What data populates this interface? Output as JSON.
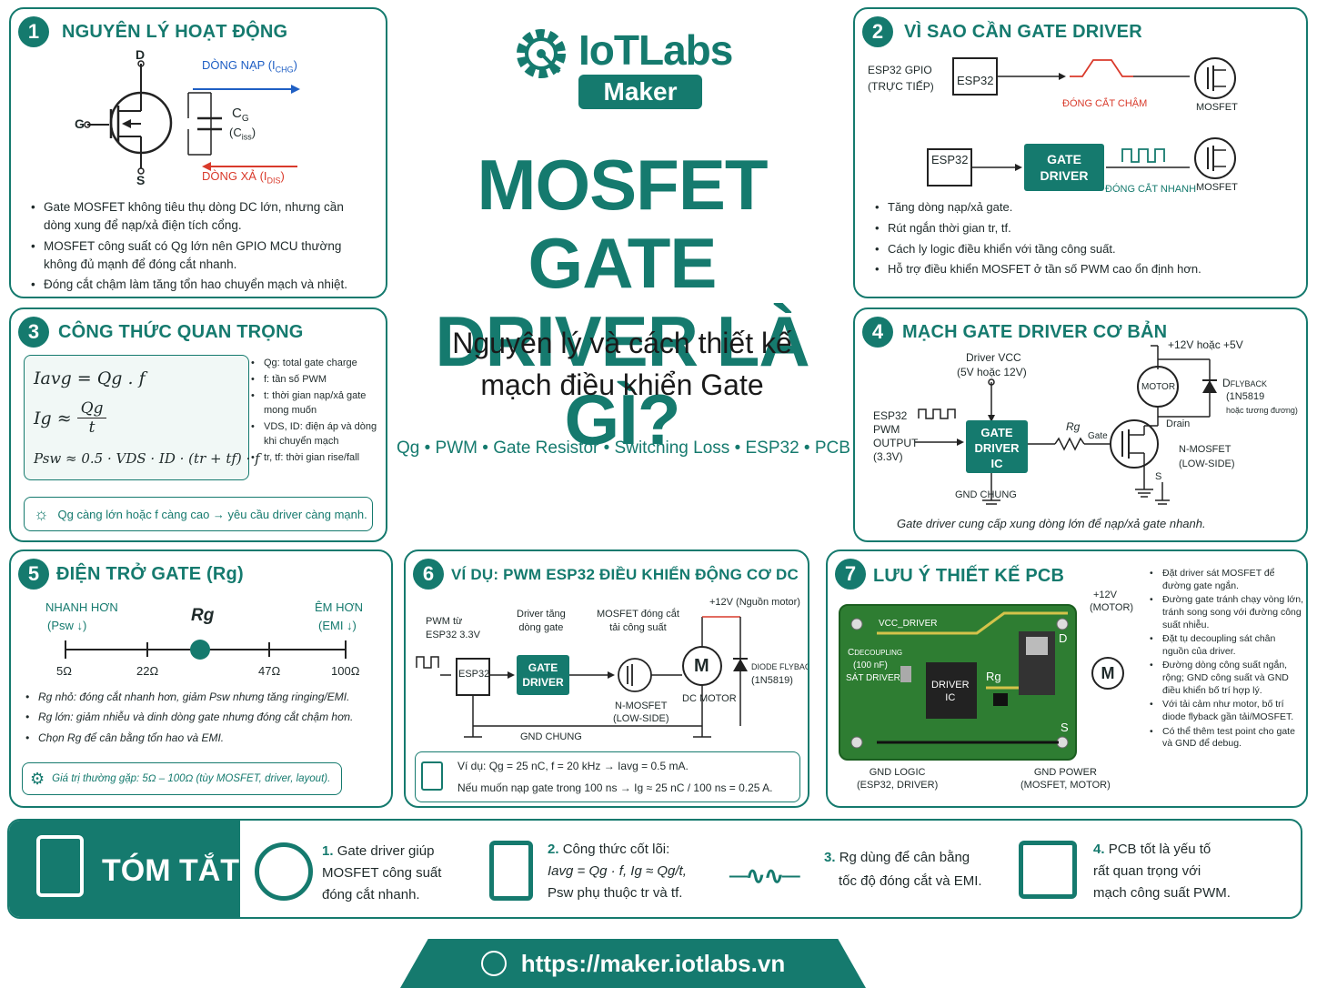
{
  "brand": {
    "name": "IoTLabs",
    "sub": "Maker"
  },
  "title": {
    "line1": "MOSFET GATE",
    "line2": "DRIVER LÀ GÌ?"
  },
  "subtitle": {
    "line1": "Nguyên lý và cách thiết kế",
    "line2": "mạch điều khiển Gate"
  },
  "tags": "Qg • PWM • Gate Resistor • Switching Loss • ESP32 • PCB",
  "p1": {
    "num": "1",
    "title": "NGUYÊN LÝ HOẠT ĐỘNG",
    "d": "D",
    "g": "G",
    "s": "S",
    "charge": "DÒNG NẠP (I",
    "charge_sub": "CHG",
    "discharge": "DÒNG XẢ (I",
    "discharge_sub": "DIS",
    "cg": "C",
    "cg_sub": "G",
    "ciss": "(C",
    "ciss_sub": "iss",
    "bullets": [
      "Gate MOSFET không tiêu thụ dòng DC lớn, nhưng cần dòng xung để nạp/xả điện tích cổng.",
      "MOSFET công suất có Qg lớn nên GPIO MCU thường không đủ mạnh để đóng cắt nhanh.",
      "Đóng cắt chậm làm tăng tổn hao chuyển mạch và nhiệt."
    ]
  },
  "p2": {
    "num": "2",
    "title": "VÌ SAO CẦN GATE DRIVER",
    "gpio": "ESP32 GPIO",
    "direct": "(TRỰC TIẾP)",
    "esp32": "ESP32",
    "slow": "ĐÓNG CẮT CHẬM",
    "fast": "ĐÓNG CẮT NHANH",
    "mosfet": "MOSFET",
    "gd1": "GATE",
    "gd2": "DRIVER",
    "bullets": [
      "Tăng dòng nạp/xả gate.",
      "Rút ngắn thời gian tr, tf.",
      "Cách ly logic điều khiển với tầng công suất.",
      "Hỗ trợ điều khiển MOSFET ở tần số PWM cao ổn định hơn."
    ]
  },
  "p3": {
    "num": "3",
    "title": "CÔNG THỨC QUAN TRỌNG",
    "f1": "Iavg = Qg . f",
    "f2a": "Ig ≈",
    "f2n": "Qg",
    "f2d": "t",
    "f3": "Psw ≈ 0.5 · VDS · ID · (tr + tf) · f",
    "legend": [
      "Qg: total gate charge",
      "f: tần số PWM",
      "t: thời gian nạp/xả gate mong muốn",
      "VDS, ID: điện áp và dòng khi chuyển mạch",
      "tr, tf: thời gian rise/fall"
    ],
    "tip": "Qg càng lớn hoặc f càng cao → yêu cầu driver càng mạnh."
  },
  "p4": {
    "num": "4",
    "title": "MẠCH GATE DRIVER CƠ BẢN",
    "supply": "+12V hoặc +5V",
    "vcc1": "Driver VCC",
    "vcc2": "(5V hoặc 12V)",
    "motor": "MOTOR",
    "dfly": "D",
    "dfly_sub": "FLYBACK",
    "dpart": "(1N5819",
    "deq": "hoặc tương đương)",
    "esp1": "ESP32",
    "esp2": "PWM",
    "esp3": "OUTPUT",
    "esp4": "(3.3V)",
    "ic1": "GATE",
    "ic2": "DRIVER",
    "ic3": "IC",
    "rg": "Rg",
    "gate": "Gate",
    "drain": "Drain",
    "src": "S",
    "nm1": "N-MOSFET",
    "nm2": "(LOW-SIDE)",
    "gnd": "GND CHUNG",
    "caption": "Gate driver cung cấp xung dòng lớn để nạp/xả gate nhanh."
  },
  "p5": {
    "num": "5",
    "title": "ĐIỆN TRỞ GATE (Rg)",
    "fast": "NHANH HƠN",
    "fast2": "(Psw ↓)",
    "rg": "Rg",
    "soft": "ÊM HƠN",
    "soft2": "(EMI ↓)",
    "ticks": [
      "5Ω",
      "22Ω",
      "47Ω",
      "100Ω"
    ],
    "bullets": [
      "Rg nhỏ: đóng cắt nhanh hơn, giảm Psw nhưng tăng ringing/EMI.",
      "Rg lớn: giảm nhiễu và dinh dòng gate nhưng đóng cắt chậm hơn.",
      "Chọn Rg để cân bằng tổn hao và EMI."
    ],
    "tip": "Giá trị thường gặp: 5Ω – 100Ω (tùy MOSFET, driver, layout)."
  },
  "p6": {
    "num": "6",
    "title": "VÍ DỤ: PWM ESP32 ĐIỀU KHIỂN ĐỘNG CƠ DC",
    "pwm1": "PWM từ",
    "pwm2": "ESP32 3.3V",
    "esp32": "ESP32",
    "drv1": "Driver tăng",
    "drv2": "dòng gate",
    "mos1": "MOSFET đóng cắt",
    "mos2": "tải công suất",
    "supply": "+12V (Nguồn motor)",
    "gd1": "GATE",
    "gd2": "DRIVER",
    "nm1": "N-MOSFET",
    "nm2": "(LOW-SIDE)",
    "m": "M",
    "dc": "DC MOTOR",
    "diode1": "DIODE FLYBACK",
    "diode2": "(1N5819)",
    "gnd": "GND CHUNG",
    "ex1": "Ví dụ:  Qg = 25 nC,  f = 20 kHz → Iavg = 0.5 mA.",
    "ex2": "Nếu muốn nạp gate trong 100 ns → Ig ≈ 25 nC / 100 ns = 0.25 A."
  },
  "p7": {
    "num": "7",
    "title": "LƯU Ý THIẾT KẾ PCB",
    "v12": "+12V",
    "motor_lbl": "(MOTOR)",
    "vcc": "VCC_DRIVER",
    "cdec1": "C",
    "cdec1_sub": "DECOUPLING",
    "cdec2": "(100 nF)",
    "cdec3": "SÁT DRIVER",
    "ic1": "DRIVER",
    "ic2": "IC",
    "rg": "Rg",
    "d": "D",
    "s": "S",
    "m": "M",
    "gl1": "GND LOGIC",
    "gl2": "(ESP32, DRIVER)",
    "gp1": "GND POWER",
    "gp2": "(MOSFET, MOTOR)",
    "bullets": [
      "Đặt driver sát MOSFET để đường gate ngắn.",
      "Đường gate tránh chạy vòng lớn, tránh song song với đường công suất nhiễu.",
      "Đặt tụ decoupling sát chân nguồn của driver.",
      "Đường dòng công suất ngắn, rộng; GND công suất và GND điều khiển bố trí hợp lý.",
      "Với tải cảm như motor, bố trí diode flyback gần tải/MOSFET.",
      "Có thể thêm test point cho gate và GND để debug."
    ]
  },
  "summary": {
    "title": "TÓM TẮT",
    "i1n": "1.",
    "i1": [
      "Gate driver giúp",
      "MOSFET công suất",
      "đóng cắt nhanh."
    ],
    "i2n": "2.",
    "i2": [
      "Công thức cốt lõi:",
      "Iavg = Qg · f, Ig ≈ Qg/t,",
      "Psw phụ thuộc tr và tf."
    ],
    "i3n": "3.",
    "i3": [
      "Rg dùng để cân bằng",
      "tốc độ đóng cắt và EMI."
    ],
    "i4n": "4.",
    "i4": [
      "PCB tốt là yếu tố",
      "rất quan trọng với",
      "mạch công suất PWM."
    ]
  },
  "footer": {
    "url": "https://maker.iotlabs.vn"
  },
  "colors": {
    "primary": "#157a6e",
    "red": "#d93a2b",
    "blue": "#1f5fc4",
    "pcb": "#2e7d32"
  }
}
